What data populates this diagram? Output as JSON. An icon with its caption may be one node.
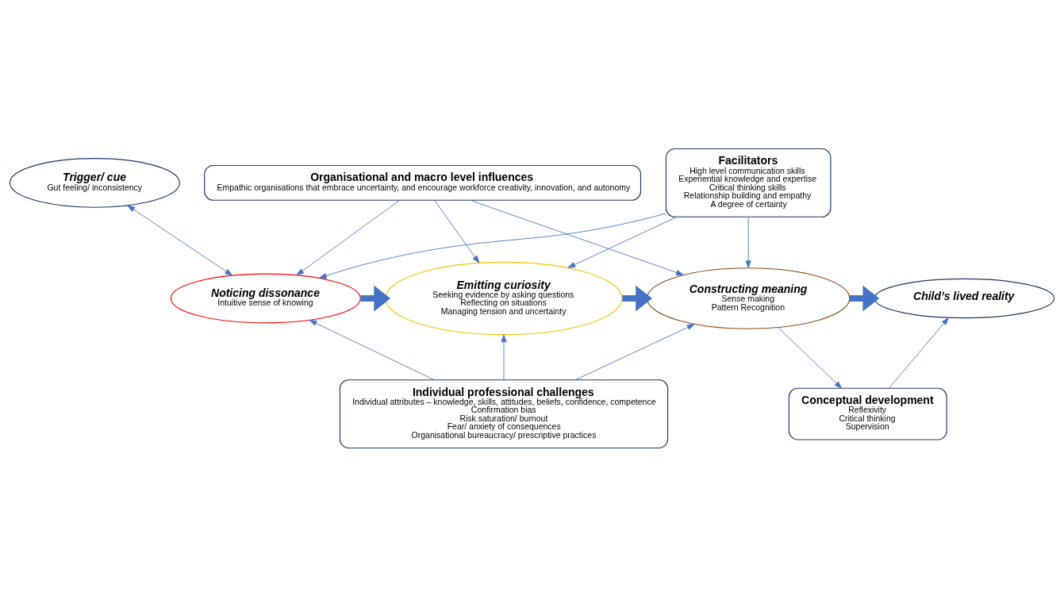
{
  "diagram": {
    "nodes": [
      {
        "text": [
          "Trigger/ cue",
          "Gut feeling/ inconsistency"
        ]
      },
      {
        "text": [
          "Facilitators",
          "High level communication skills",
          "Experiential knowledge and expertise",
          "Critical thinking skills",
          "Relationship building and empathy",
          "A degree of certainty"
        ]
      },
      {
        "text": [
          "Organisational and macro level influences",
          "Empathic organisations that embrace uncertainty, and encourage workforce creativity, innovation, and autonomy"
        ]
      },
      {
        "text": [
          "Noticing dissonance",
          "Intuitive sense of knowing"
        ]
      },
      {
        "text": [
          "Emitting curiosity",
          "Seeking evidence by asking questions",
          "Reflecting on situations",
          "Managing tension and uncertainty"
        ]
      },
      {
        "text": [
          "Constructing meaning",
          "Sense making",
          "Pattern Recognition"
        ]
      },
      {
        "text": [
          "Child’s lived reality"
        ]
      },
      {
        "text": [
          "Individual professional challenges",
          "Individual attributes – knowledge, skills, attitudes, beliefs, confidence, competence",
          "Confirmation bias",
          "Risk saturation/ burnout",
          "Fear/ anxiety of consequences",
          "Organisational bureaucracy/ prescriptive practices"
        ]
      },
      {
        "text": [
          "Conceptual development",
          "Reflexivity",
          "Critical thinking",
          "Supervision"
        ]
      }
    ],
    "edges": [
      {
        "from": 0,
        "to": 3,
        "arrow": "both"
      },
      {
        "from": 1,
        "to": 3,
        "arrow": "to"
      },
      {
        "from": 1,
        "to": 4,
        "arrow": "to"
      },
      {
        "from": 1,
        "to": 5,
        "arrow": "to"
      },
      {
        "from": 2,
        "to": 3,
        "arrow": "to"
      },
      {
        "from": 2,
        "to": 4,
        "arrow": "to"
      },
      {
        "from": 2,
        "to": 5,
        "arrow": "to"
      },
      {
        "from": 3,
        "to": 4,
        "arrow": "to",
        "style": "thick"
      },
      {
        "from": 4,
        "to": 5,
        "arrow": "to",
        "style": "thick"
      },
      {
        "from": 5,
        "to": 6,
        "arrow": "to",
        "style": "thick"
      },
      {
        "from": 7,
        "to": 3,
        "arrow": "to"
      },
      {
        "from": 7,
        "to": 4,
        "arrow": "to"
      },
      {
        "from": 7,
        "to": 5,
        "arrow": "to"
      },
      {
        "from": 5,
        "to": 8,
        "arrow": "to"
      },
      {
        "from": 8,
        "to": 6,
        "arrow": "to"
      }
    ]
  }
}
